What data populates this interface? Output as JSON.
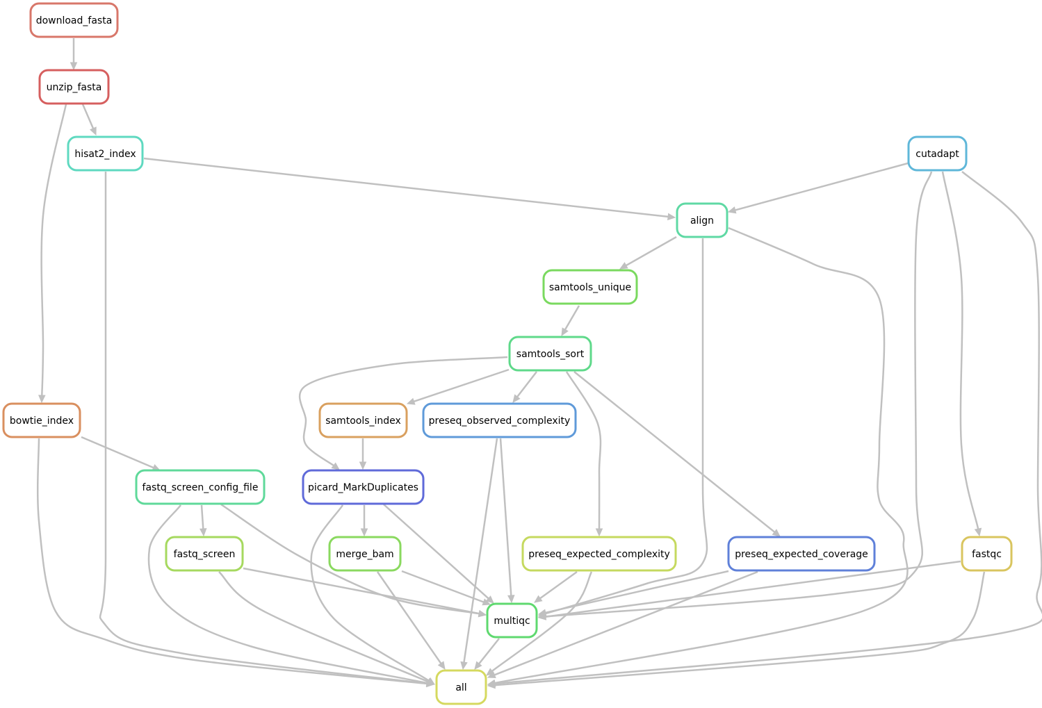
{
  "nodes": [
    {
      "id": "download_fasta",
      "label": "download_fasta",
      "color": "#d8776a"
    },
    {
      "id": "unzip_fasta",
      "label": "unzip_fasta",
      "color": "#d65f5f"
    },
    {
      "id": "hisat2_index",
      "label": "hisat2_index",
      "color": "#5fd9c0"
    },
    {
      "id": "cutadapt",
      "label": "cutadapt",
      "color": "#5fb7d9"
    },
    {
      "id": "align",
      "label": "align",
      "color": "#5fd9a4"
    },
    {
      "id": "samtools_unique",
      "label": "samtools_unique",
      "color": "#7ad95f"
    },
    {
      "id": "samtools_sort",
      "label": "samtools_sort",
      "color": "#5fd98a"
    },
    {
      "id": "bowtie_index",
      "label": "bowtie_index",
      "color": "#d98f5f"
    },
    {
      "id": "samtools_index",
      "label": "samtools_index",
      "color": "#d9a05f"
    },
    {
      "id": "preseq_observed_complexity",
      "label": "preseq_observed_complexity",
      "color": "#5f9ad9"
    },
    {
      "id": "fastq_screen_config_file",
      "label": "fastq_screen_config_file",
      "color": "#5fd99a"
    },
    {
      "id": "picard_MarkDuplicates",
      "label": "picard_MarkDuplicates",
      "color": "#5f6ad9"
    },
    {
      "id": "fastq_screen",
      "label": "fastq_screen",
      "color": "#a6d95f"
    },
    {
      "id": "merge_bam",
      "label": "merge_bam",
      "color": "#8ad95f"
    },
    {
      "id": "preseq_expected_complexity",
      "label": "preseq_expected_complexity",
      "color": "#c5d95f"
    },
    {
      "id": "preseq_expected_coverage",
      "label": "preseq_expected_coverage",
      "color": "#5f80d9"
    },
    {
      "id": "fastqc",
      "label": "fastqc",
      "color": "#d9c55f"
    },
    {
      "id": "multiqc",
      "label": "multiqc",
      "color": "#5fd96f"
    },
    {
      "id": "all",
      "label": "all",
      "color": "#d5d95f"
    }
  ],
  "edges": [
    {
      "from": "download_fasta",
      "to": "unzip_fasta"
    },
    {
      "from": "unzip_fasta",
      "to": "hisat2_index"
    },
    {
      "from": "unzip_fasta",
      "to": "bowtie_index"
    },
    {
      "from": "hisat2_index",
      "to": "align"
    },
    {
      "from": "hisat2_index",
      "to": "all"
    },
    {
      "from": "cutadapt",
      "to": "align"
    },
    {
      "from": "cutadapt",
      "to": "fastqc"
    },
    {
      "from": "cutadapt",
      "to": "multiqc"
    },
    {
      "from": "cutadapt",
      "to": "all"
    },
    {
      "from": "align",
      "to": "samtools_unique"
    },
    {
      "from": "align",
      "to": "multiqc"
    },
    {
      "from": "align",
      "to": "all"
    },
    {
      "from": "samtools_unique",
      "to": "samtools_sort"
    },
    {
      "from": "samtools_sort",
      "to": "samtools_index"
    },
    {
      "from": "samtools_sort",
      "to": "preseq_observed_complexity"
    },
    {
      "from": "samtools_sort",
      "to": "picard_MarkDuplicates"
    },
    {
      "from": "samtools_sort",
      "to": "preseq_expected_complexity"
    },
    {
      "from": "samtools_sort",
      "to": "preseq_expected_coverage"
    },
    {
      "from": "bowtie_index",
      "to": "fastq_screen_config_file"
    },
    {
      "from": "bowtie_index",
      "to": "all"
    },
    {
      "from": "samtools_index",
      "to": "picard_MarkDuplicates"
    },
    {
      "from": "preseq_observed_complexity",
      "to": "multiqc"
    },
    {
      "from": "preseq_observed_complexity",
      "to": "all"
    },
    {
      "from": "fastq_screen_config_file",
      "to": "fastq_screen"
    },
    {
      "from": "fastq_screen_config_file",
      "to": "multiqc"
    },
    {
      "from": "fastq_screen_config_file",
      "to": "all"
    },
    {
      "from": "picard_MarkDuplicates",
      "to": "merge_bam"
    },
    {
      "from": "picard_MarkDuplicates",
      "to": "multiqc"
    },
    {
      "from": "picard_MarkDuplicates",
      "to": "all"
    },
    {
      "from": "fastq_screen",
      "to": "multiqc"
    },
    {
      "from": "fastq_screen",
      "to": "all"
    },
    {
      "from": "merge_bam",
      "to": "multiqc"
    },
    {
      "from": "merge_bam",
      "to": "all"
    },
    {
      "from": "preseq_expected_complexity",
      "to": "multiqc"
    },
    {
      "from": "preseq_expected_complexity",
      "to": "all"
    },
    {
      "from": "preseq_expected_coverage",
      "to": "multiqc"
    },
    {
      "from": "preseq_expected_coverage",
      "to": "all"
    },
    {
      "from": "fastqc",
      "to": "multiqc"
    },
    {
      "from": "fastqc",
      "to": "all"
    },
    {
      "from": "multiqc",
      "to": "all"
    }
  ]
}
